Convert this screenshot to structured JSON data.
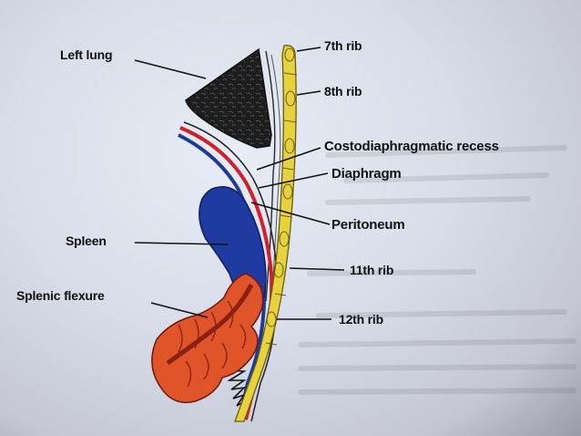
{
  "diagram": {
    "labels": {
      "left_lung": "Left lung",
      "rib7": "7th rib",
      "rib8": "8th rib",
      "costodiaphragmatic_recess": "Costodiaphragmatic recess",
      "diaphragm": "Diaphragm",
      "peritoneum": "Peritoneum",
      "spleen": "Spleen",
      "rib11": "11th rib",
      "splenic_flexure": "Splenic flexure",
      "rib12": "12th rib"
    },
    "colors": {
      "background_page": "#d9dde9",
      "lung": "#1e1e1e",
      "rib": "#e6d23c",
      "diaphragm": "#d2202a",
      "pleura": "#1b3a9a",
      "spleen": "#1f3aa0",
      "colon": "#e0542a",
      "leader_line": "#111111"
    }
  }
}
